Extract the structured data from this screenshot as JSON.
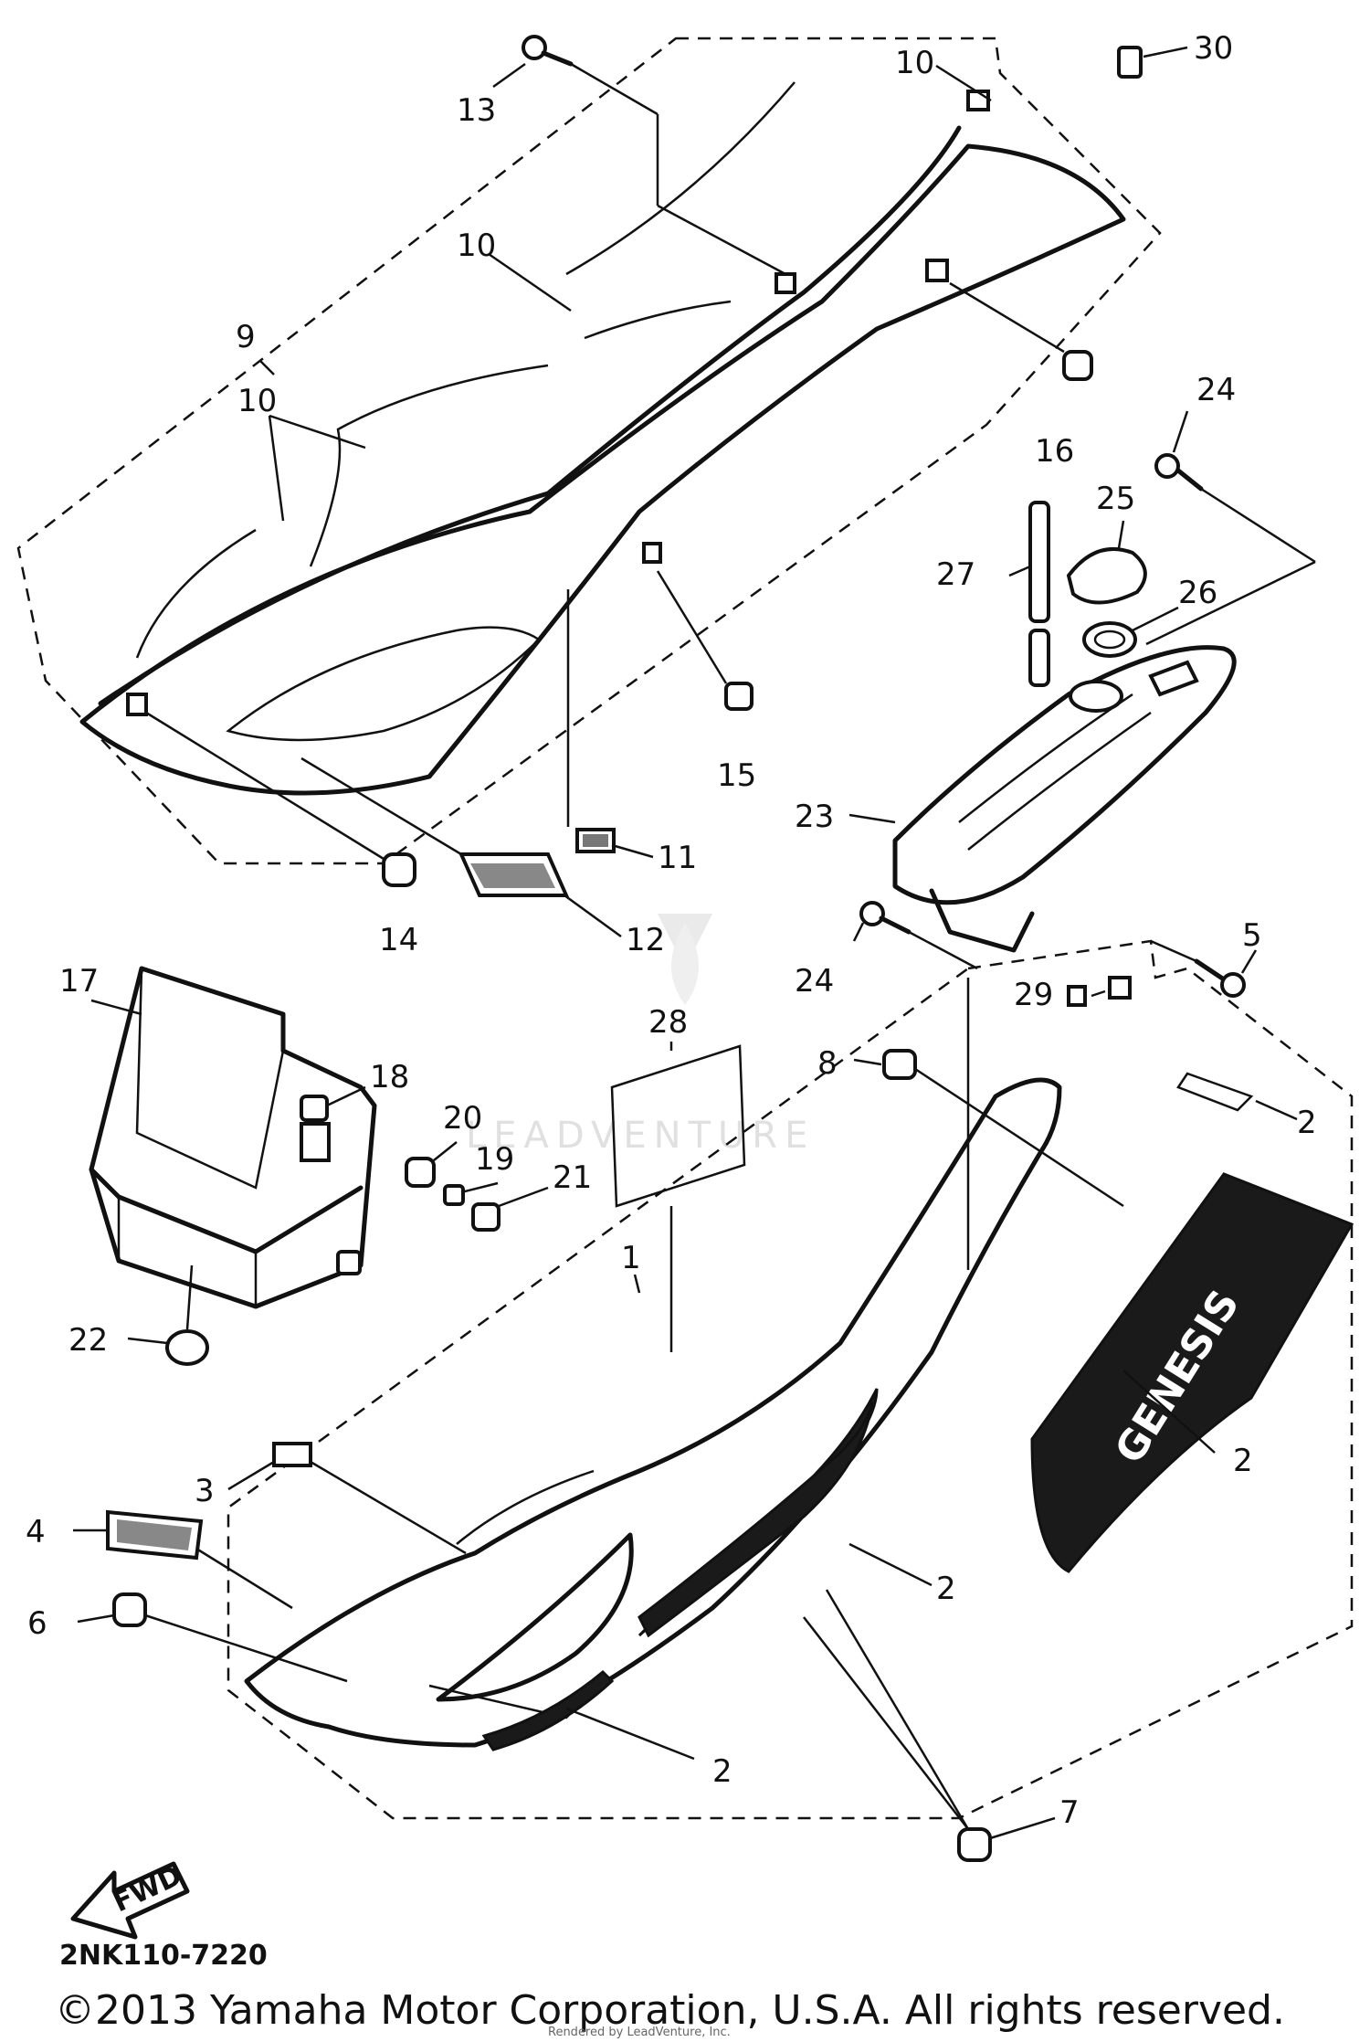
{
  "diagram": {
    "callouts": [
      "1",
      "2",
      "3",
      "4",
      "5",
      "6",
      "7",
      "8",
      "9",
      "10",
      "11",
      "12",
      "13",
      "14",
      "15",
      "16",
      "17",
      "18",
      "19",
      "20",
      "21",
      "22",
      "23",
      "24",
      "25",
      "26",
      "27",
      "28",
      "29",
      "30"
    ],
    "decal_text": "GENESIS",
    "fwd_label": "FWD",
    "diagram_code": "2NK110-7220",
    "watermark": "LEADVENTURE",
    "copyright": "©2013 Yamaha Motor Corporation, U.S.A. All rights reserved.",
    "rendered_by": "Rendered by LeadVenture, Inc."
  }
}
